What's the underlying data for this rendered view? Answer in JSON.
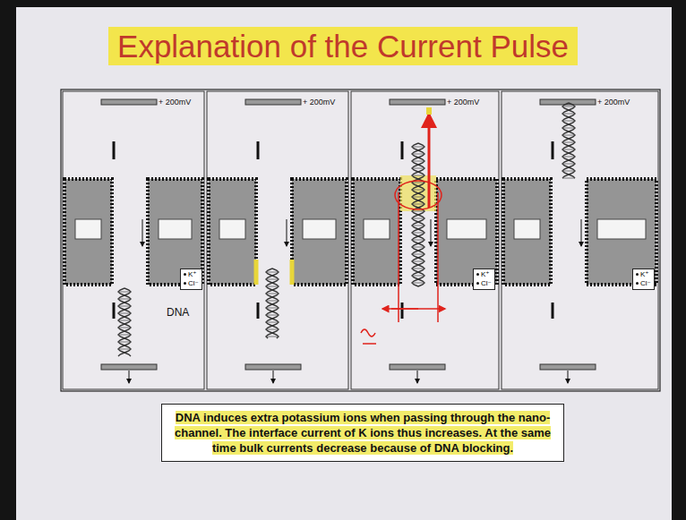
{
  "diagram": {
    "title": "Explanation of the Current Pulse",
    "caption": "DNA induces extra potassium ions when passing through the nano-channel. The interface current of K ions thus increases. At the same time bulk currents decrease because of DNA blocking.",
    "nodes": [
      {
        "text": [
          "K⁺",
          "Cl⁻"
        ]
      },
      {
        "text": [
          "K⁺",
          "Cl⁻"
        ]
      },
      {
        "text": [
          "K⁺",
          "Cl⁻"
        ]
      }
    ],
    "labels": [
      "+ 200mV",
      "+ 200mV",
      "+ 200mV",
      "+ 200mV",
      "DNA"
    ]
  }
}
